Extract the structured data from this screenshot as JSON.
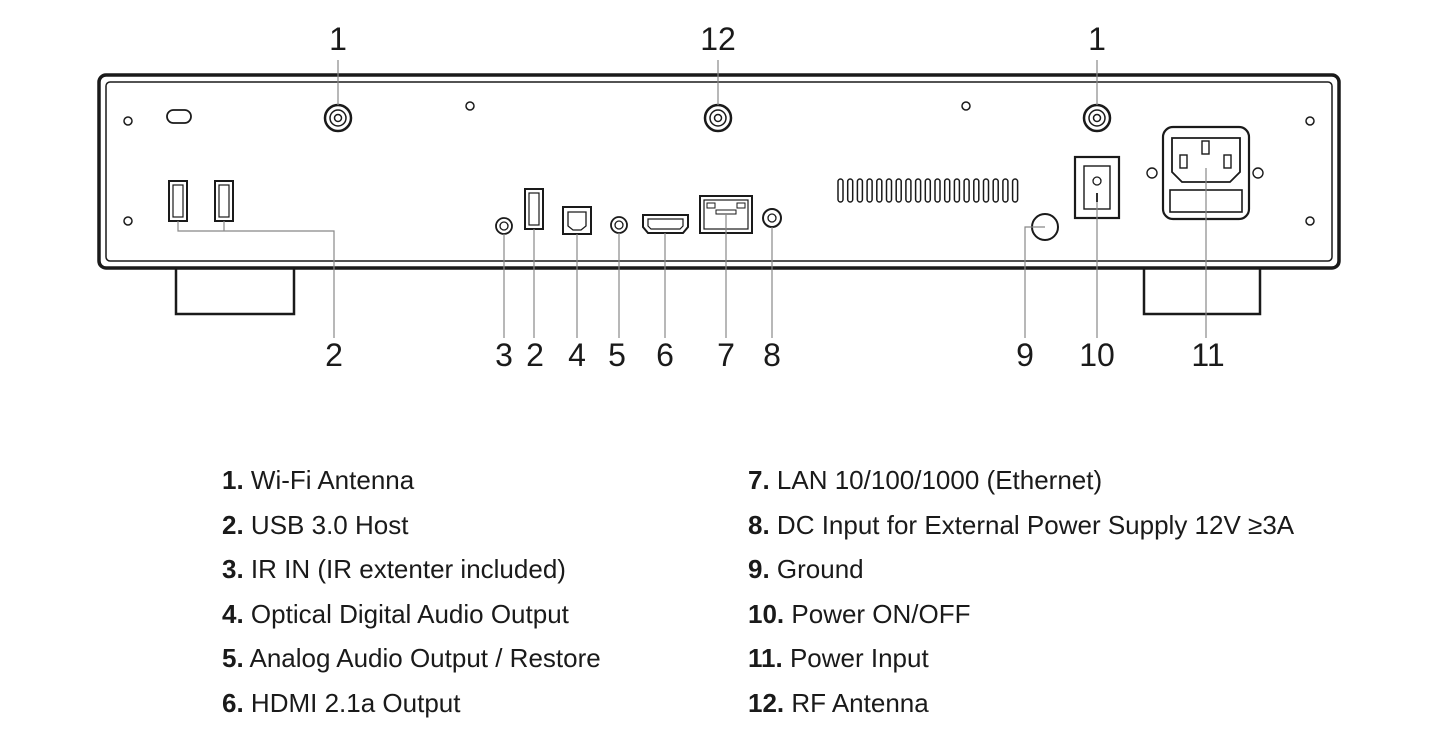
{
  "callouts": {
    "top": [
      {
        "id": "top-1a",
        "label": "1"
      },
      {
        "id": "top-12",
        "label": "12"
      },
      {
        "id": "top-1b",
        "label": "1"
      }
    ],
    "bottom": [
      {
        "id": "b-2a",
        "label": "2"
      },
      {
        "id": "b-3",
        "label": "3"
      },
      {
        "id": "b-2b",
        "label": "2"
      },
      {
        "id": "b-4",
        "label": "4"
      },
      {
        "id": "b-5",
        "label": "5"
      },
      {
        "id": "b-6",
        "label": "6"
      },
      {
        "id": "b-7",
        "label": "7"
      },
      {
        "id": "b-8",
        "label": "8"
      },
      {
        "id": "b-9",
        "label": "9"
      },
      {
        "id": "b-10",
        "label": "10"
      },
      {
        "id": "b-11",
        "label": "11"
      }
    ]
  },
  "legend": {
    "left": [
      {
        "num": "1.",
        "text": "Wi-Fi Antenna"
      },
      {
        "num": "2.",
        "text": "USB 3.0 Host"
      },
      {
        "num": "3.",
        "text": "IR IN (IR extenter included)"
      },
      {
        "num": "4.",
        "text": "Optical Digital Audio Output"
      },
      {
        "num": "5.",
        "text": "Analog Audio Output / Restore"
      },
      {
        "num": "6.",
        "text": "HDMI 2.1a Output"
      }
    ],
    "right": [
      {
        "num": "7.",
        "text": "LAN 10/100/1000 (Ethernet)"
      },
      {
        "num": "8.",
        "text": "DC Input for External Power Supply 12V ≥3A"
      },
      {
        "num": "9.",
        "text": "Ground"
      },
      {
        "num": "10.",
        "text": "Power ON/OFF"
      },
      {
        "num": "11.",
        "text": "Power Input"
      },
      {
        "num": "12.",
        "text": "RF Antenna"
      }
    ]
  },
  "colors": {
    "line": "#1a1a1a",
    "leader": "#888888",
    "background": "#ffffff"
  }
}
